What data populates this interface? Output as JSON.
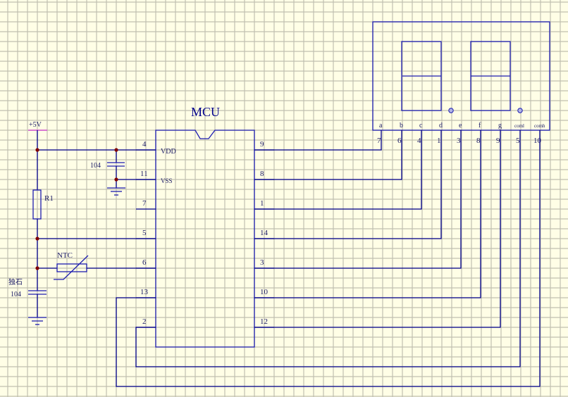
{
  "diagram": {
    "type": "circuit-schematic",
    "colors": {
      "background": "#fffee6",
      "grid": "#c0c0b0",
      "wire": "#00008b",
      "component": "#1c1cb0",
      "junction": "#800000",
      "power_bar": "#d050d0"
    },
    "power": {
      "label": "+5V"
    },
    "resistor": {
      "label": "R1"
    },
    "decoupling_cap": {
      "label": "104"
    },
    "ntc": {
      "label": "NTC"
    },
    "timing_cap": {
      "type_label": "独石",
      "value_label": "104"
    },
    "mcu": {
      "title": "MCU",
      "vdd_label": "VDD",
      "vss_label": "VSS",
      "left_pins": [
        "4",
        "11",
        "7",
        "5",
        "6",
        "13",
        "2"
      ],
      "right_pins": [
        "9",
        "8",
        "1",
        "14",
        "3",
        "10",
        "12"
      ]
    },
    "display": {
      "segment_labels": [
        "a",
        "b",
        "c",
        "d",
        "e",
        "f",
        "g",
        "coml",
        "comh"
      ],
      "pin_numbers": [
        "7",
        "6",
        "4",
        "1",
        "3",
        "8",
        "9",
        "5",
        "10"
      ]
    }
  }
}
